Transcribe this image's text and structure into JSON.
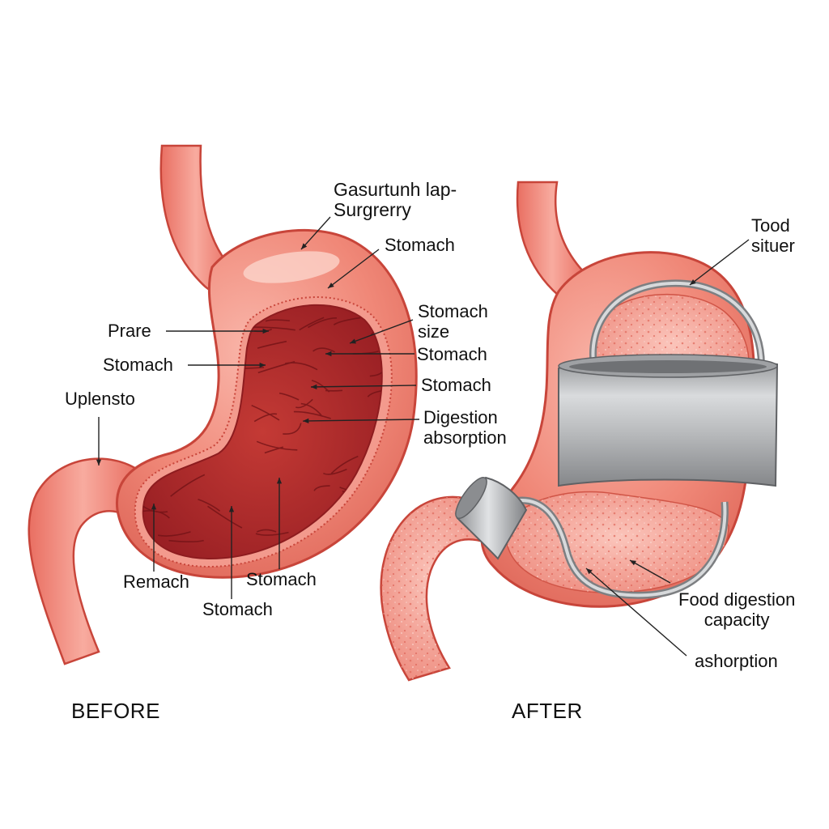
{
  "colors": {
    "stomach_outer": "#f08878",
    "stomach_edge": "#c8453a",
    "stomach_inner": "#b32a2a",
    "stomach_highlight": "#fbd3c9",
    "band_metal": "#b9bbbd",
    "band_dark": "#7d7f82",
    "pouch_fill": "#f5a69a",
    "text": "#111111",
    "background": "#ffffff"
  },
  "labels": {
    "title": "Gasurtunh lap-\nSurgrerry",
    "stomach_top": "Stomach",
    "prare": "Prare",
    "stomach_left": "Stomach",
    "uplensto": "Uplensto",
    "stomach_size": "Stomach\nsize",
    "stomach_r1": "Stomach",
    "stomach_r2": "Stomach",
    "digestion_absorption": "Digestion\nabsorption",
    "remach": "Remach",
    "stomach_bottom_right": "Stomach",
    "stomach_bottom": "Stomach",
    "tood_situer": "Tood\nsituer",
    "food_digestion_capacity": "Food digestion\ncapacity",
    "ashorption": "ashorption"
  },
  "captions": {
    "before": "BEFORE",
    "after": "AFTER"
  }
}
